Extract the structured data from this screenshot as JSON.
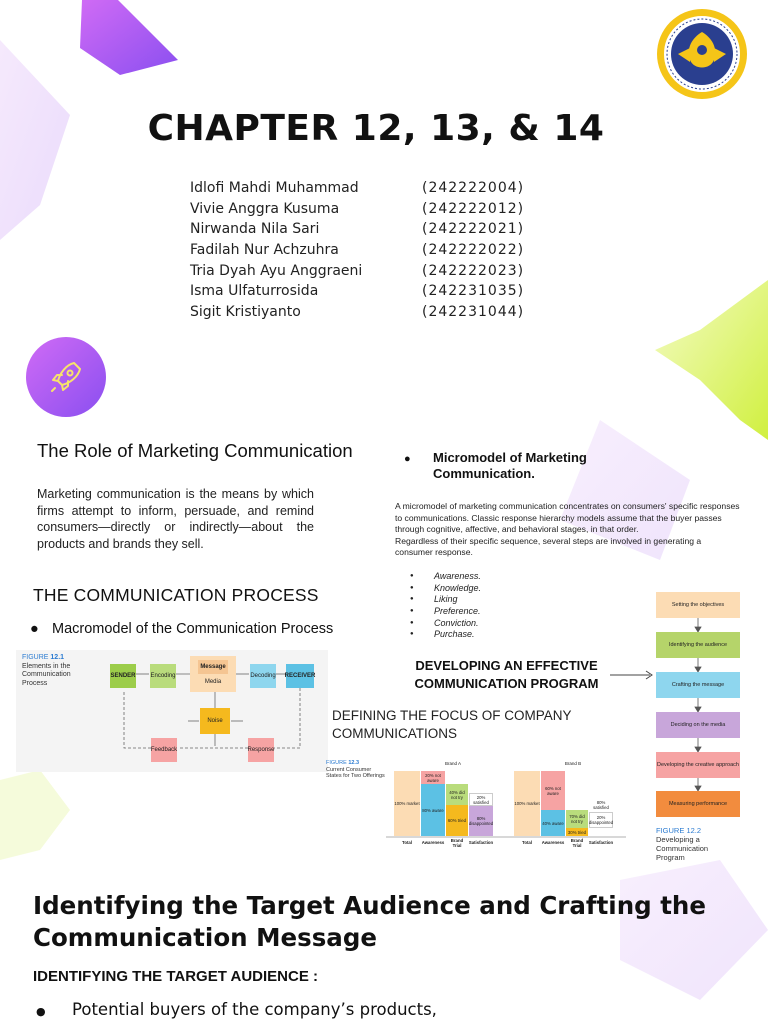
{
  "title": "CHAPTER 12, 13, & 14",
  "members": [
    {
      "name": "Idlofi Mahdi Muhammad",
      "id": "(242222004)"
    },
    {
      "name": "Vivie Anggra Kusuma",
      "id": "(242222012)"
    },
    {
      "name": "Nirwanda Nila Sari",
      "id": "(242222021)"
    },
    {
      "name": "Fadilah Nur Achzuhra",
      "id": "(242222022)"
    },
    {
      "name": "Tria Dyah Ayu Anggraeni",
      "id": "(242222023)"
    },
    {
      "name": "Isma Ulfaturrosida",
      "id": "(242231035)"
    },
    {
      "name": "Sigit Kristiyanto",
      "id": "(242231044)"
    }
  ],
  "role": {
    "heading": "The Role of Marketing Communication",
    "body": "Marketing communication is the means by which firms attempt to inform, persuade, and remind consumers—directly or indirectly—about the products and brands they sell."
  },
  "process": {
    "heading": "THE COMMUNICATION PROCESS",
    "bullet": "Macromodel of the Communication Process"
  },
  "micro": {
    "bullet": "Micromodel of Marketing Communication.",
    "body1": "A micromodel of marketing communication concentrates on consumers' specific responses to communications. Classic response hierarchy models assume that the buyer passes through cognitive, affective, and behavioral stages, in that order.",
    "body2": "Regardless of their specific sequence, several steps are involved in generating a consumer response.",
    "stages": [
      "Awareness.",
      "Knowledge.",
      "Liking",
      "Preference.",
      "Conviction.",
      "Purchase."
    ]
  },
  "developing": "DEVELOPING AN EFFECTIVE COMMUNICATION PROGRAM",
  "focus": "DEFINING THE FOCUS OF COMPANY COMMUNICATIONS",
  "fig121": {
    "label_prefix": "FIGURE",
    "label_num": "12.1",
    "caption": "Elements in the Communication Process",
    "sender": "SENDER",
    "encoding": "Encoding",
    "message": "Message",
    "media": "Media",
    "decoding": "Decoding",
    "receiver": "RECEIVER",
    "noise": "Noise",
    "feedback": "Feedback",
    "response": "Response"
  },
  "fig122": {
    "label_prefix": "FIGURE",
    "label_num": "12.2",
    "caption": "Developing a Communication Program",
    "steps": [
      "Setting the objectives",
      "Identifying the audience",
      "Crafting the message",
      "Deciding on the media",
      "Developing the creative approach",
      "Measuring performance"
    ],
    "colors": [
      "#fcdcb4",
      "#b5d46a",
      "#8ed6ee",
      "#c8a6da",
      "#f6a3a3",
      "#f28c3e"
    ]
  },
  "fig123": {
    "label_prefix": "FIGURE",
    "label_num": "12.3",
    "caption": "Current Consumer States for Two Offerings",
    "brandA": "Brand A",
    "brandB": "Brand B",
    "axis": [
      "Total",
      "Awareness",
      "Brand Trial",
      "Satisfaction"
    ],
    "a": {
      "total": "100% market",
      "notaware": "20% not aware",
      "aware": "80% aware",
      "didnot": "40% did not try",
      "tried": "60% tried",
      "satisfied": "20% satisfied",
      "disappointed": "80% disappointed"
    },
    "b": {
      "total": "100% market",
      "notaware": "60% not aware",
      "aware": "40% aware",
      "didnot": "70% did not try",
      "tried": "30% tried",
      "satisfied": "80% satisfied",
      "disappointed": "20% disappointed"
    }
  },
  "target": {
    "heading": "Identifying the Target Audience and Crafting the Communication Message",
    "sub": "IDENTIFYING THE TARGET AUDIENCE :",
    "bullet": "Potential buyers of the company’s products,"
  }
}
